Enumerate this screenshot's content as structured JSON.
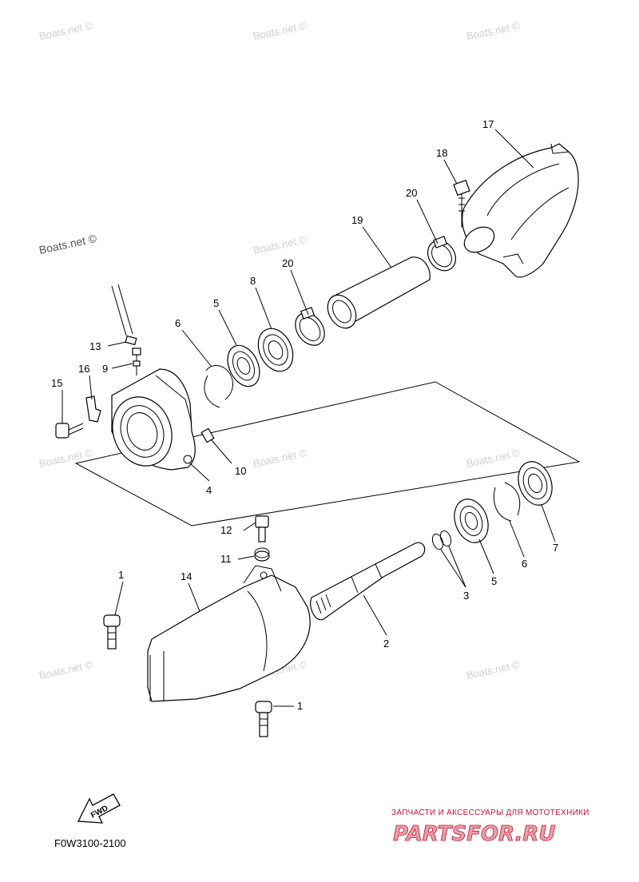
{
  "watermarks": [
    "Boats.net ©",
    "Boats.net ©",
    "Boats.net ©",
    "Boats.net ©",
    "Boats.net ©",
    "Boats.net ©",
    "Boats.net ©",
    "Boats.net ©",
    "Boats.net ©",
    "Boats.net ©",
    "Boats.net ©",
    "Boats.net ©"
  ],
  "callouts": {
    "c1a": "1",
    "c1b": "1",
    "c2": "2",
    "c3": "3",
    "c4": "4",
    "c5a": "5",
    "c5b": "5",
    "c6a": "6",
    "c6b": "6",
    "c7": "7",
    "c8": "8",
    "c9": "9",
    "c10": "10",
    "c11": "11",
    "c12": "12",
    "c13": "13",
    "c14": "14",
    "c15": "15",
    "c16": "16",
    "c17": "17",
    "c18": "18",
    "c19": "19",
    "c20a": "20",
    "c20b": "20"
  },
  "fwd_label": "FWD",
  "diagram_code": "F0W3100-2100",
  "banner": {
    "tagline": "ЗАПЧАСТИ И АКСЕССУАРЫ ДЛЯ МОТОТЕХНИКИ",
    "brand": "PARTSFOR.RU"
  },
  "colors": {
    "line": "#000000",
    "watermark": "#cfcfcf",
    "banner_red": "#c8102e"
  }
}
